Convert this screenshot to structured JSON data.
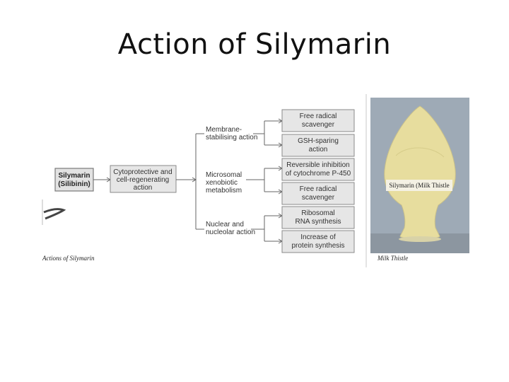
{
  "slide": {
    "title": "Action of Silymarin"
  },
  "diagram": {
    "main": [
      "Silymarin",
      "(Silibinin)"
    ],
    "middle": [
      "Cytoprotective and",
      "cell-regenerating",
      "action"
    ],
    "branches": [
      {
        "label": [
          "Membrane-",
          "stabilising action"
        ],
        "effects": [
          [
            "Free radical",
            "scavenger"
          ],
          [
            "GSH-sparing",
            "action"
          ]
        ]
      },
      {
        "label": [
          "Microsomal",
          "xenobiotic",
          "metabolism"
        ],
        "effects": [
          [
            "Reversible inhibition",
            "of cytochrome P-450"
          ],
          [
            "Free radical",
            "scavenger"
          ]
        ]
      },
      {
        "label": [
          "Nuclear and",
          "nucleolar action"
        ],
        "effects": [
          [
            "Ribosomal",
            "RNA synthesis"
          ],
          [
            "Increase of",
            "protein synthesis"
          ]
        ]
      }
    ],
    "caption": "Actions of Silymarin"
  },
  "photo": {
    "jar_label": "Silymarin (Milk Thistle",
    "caption": "Milk Thistle",
    "colors": {
      "background": "#9aa7b4",
      "powder": "#e6dc9a",
      "glass": "#d9d4b0"
    }
  }
}
